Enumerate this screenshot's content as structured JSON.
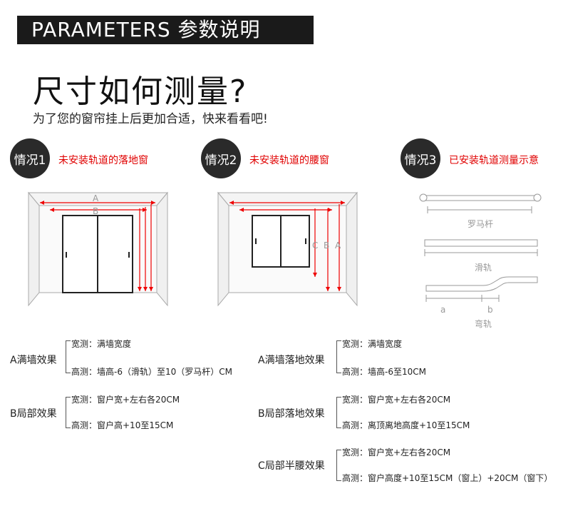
{
  "banner": {
    "title": "PARAMETERS 参数说明"
  },
  "heading": {
    "title": "尺寸如何测量?",
    "subtitle": "为了您的窗帘挂上后更加合适，快来看看吧!"
  },
  "cases": [
    {
      "badge": "情况1",
      "title": "未安装轨道的落地窗"
    },
    {
      "badge": "情况2",
      "title": "未安装轨道的腰窗"
    },
    {
      "badge": "情况3",
      "title": "已安装轨道测量示意"
    }
  ],
  "diagram1": {
    "label_a": "A",
    "label_b": "B"
  },
  "diagram2": {
    "label_c": "C",
    "label_b": "B",
    "label_a": "A"
  },
  "diagram3": {
    "rod": "罗马杆",
    "track": "滑轨",
    "curved": "弯轨",
    "seg_a": "a",
    "seg_b": "b"
  },
  "left_items": [
    {
      "label": "A满墙效果",
      "width": "宽测：满墙宽度",
      "height": "高测：墙高-6（滑轨）至10（罗马杆）CM"
    },
    {
      "label": "B局部效果",
      "width": "宽测：窗户宽+左右各20CM",
      "height": "高测：窗户高+10至15CM"
    }
  ],
  "right_items": [
    {
      "label": "A满墙落地效果",
      "width": "宽测：满墙宽度",
      "height": "高测：墙高-6至10CM"
    },
    {
      "label": "B局部落地效果",
      "width": "宽测：窗户宽+左右各20CM",
      "height": "高测：离顶离地高度+10至15CM"
    },
    {
      "label": "C局部半腰效果",
      "width": "宽测：窗户宽+左右各20CM",
      "height": "高测：窗户高度+10至15CM（窗上）+20CM（窗下）"
    }
  ]
}
